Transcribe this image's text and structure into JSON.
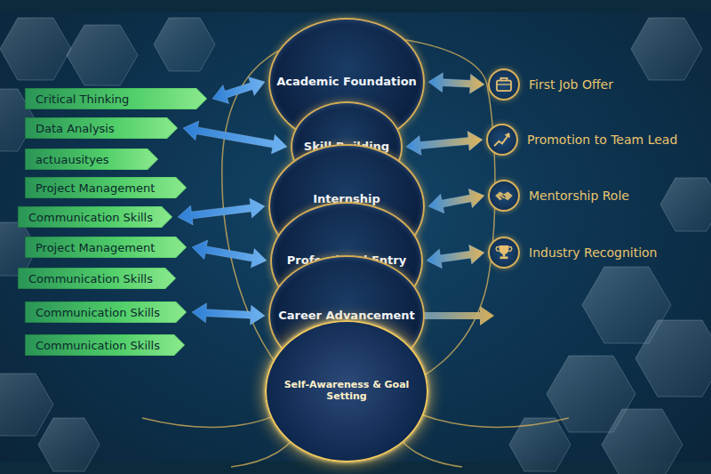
{
  "diagram": {
    "nodes": [
      {
        "text": [
          "Critical Thinking"
        ]
      },
      {
        "text": [
          "Data Analysis"
        ]
      },
      {
        "text": [
          "actuausityes"
        ]
      },
      {
        "text": [
          "Project Management"
        ]
      },
      {
        "text": [
          "Communication Skills"
        ]
      },
      {
        "text": [
          "Project Management"
        ]
      },
      {
        "text": [
          "Communication Skills"
        ]
      },
      {
        "text": [
          "Communication Skills"
        ]
      },
      {
        "text": [
          "Communication Skills"
        ]
      },
      {
        "text": [
          "Academic Foundation"
        ]
      },
      {
        "text": [
          "Skill Building"
        ]
      },
      {
        "text": [
          "Internship Experience"
        ]
      },
      {
        "text": [
          "Professional Entry"
        ]
      },
      {
        "text": [
          "Career Advancement"
        ]
      },
      {
        "text": [
          "Self-Awareness & Goal Setting"
        ]
      },
      {
        "text": [
          "First Job Offer"
        ]
      },
      {
        "text": [
          "Promotion to Team Lead"
        ]
      },
      {
        "text": [
          "Mentorship Role"
        ]
      },
      {
        "text": [
          "Industry Recognition"
        ]
      }
    ],
    "edges": [
      {
        "from": 9,
        "to": 0,
        "arrow": "both"
      },
      {
        "from": 10,
        "to": 1,
        "arrow": "both"
      },
      {
        "from": 11,
        "to": 4,
        "arrow": "both"
      },
      {
        "from": 12,
        "to": 5,
        "arrow": "both"
      },
      {
        "from": 13,
        "to": 7,
        "arrow": "both"
      },
      {
        "from": 9,
        "to": 15,
        "arrow": "both"
      },
      {
        "from": 10,
        "to": 16,
        "arrow": "both"
      },
      {
        "from": 11,
        "to": 17,
        "arrow": "both"
      },
      {
        "from": 12,
        "to": 18,
        "arrow": "both"
      }
    ]
  }
}
